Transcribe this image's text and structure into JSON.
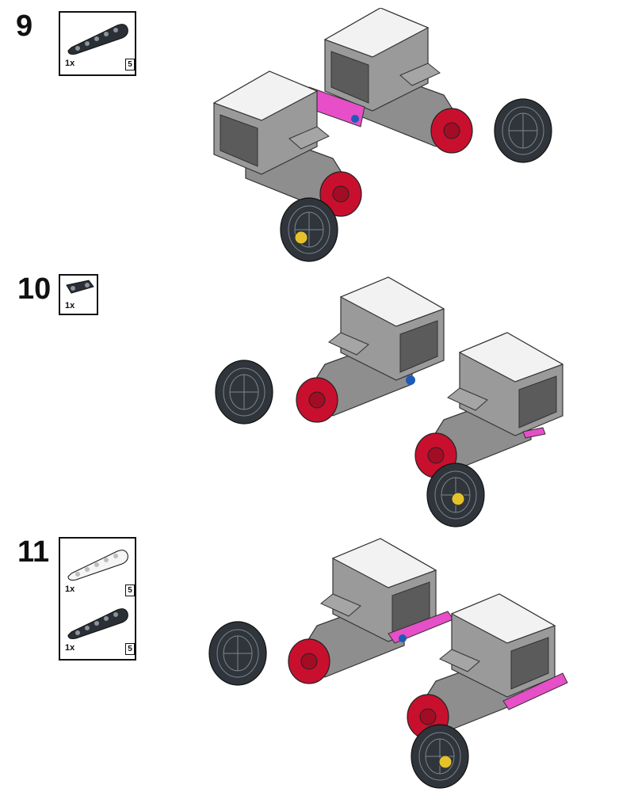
{
  "steps": [
    {
      "number": "9",
      "parts": [
        {
          "qty": "1x",
          "length": "5",
          "color": "#2b3036",
          "icon": "beam-5-black"
        }
      ]
    },
    {
      "number": "10",
      "parts": [
        {
          "qty": "1x",
          "icon": "axle-connector-black"
        }
      ]
    },
    {
      "number": "11",
      "parts": [
        {
          "qty": "1x",
          "length": "5",
          "color": "#f5f5f5",
          "icon": "beam-5-white"
        },
        {
          "qty": "1x",
          "length": "5",
          "color": "#2b3036",
          "icon": "beam-5-black"
        }
      ]
    }
  ],
  "colors": {
    "motor_grey": "#8e8e8e",
    "motor_dark": "#5b5b5b",
    "motor_white": "#f2f2f2",
    "hub_red": "#c8102e",
    "tire_black": "#2f353b",
    "beam_magenta": "#e64fc7",
    "pin_blue": "#1e5bb8",
    "hub_yellow": "#e6c22a"
  }
}
